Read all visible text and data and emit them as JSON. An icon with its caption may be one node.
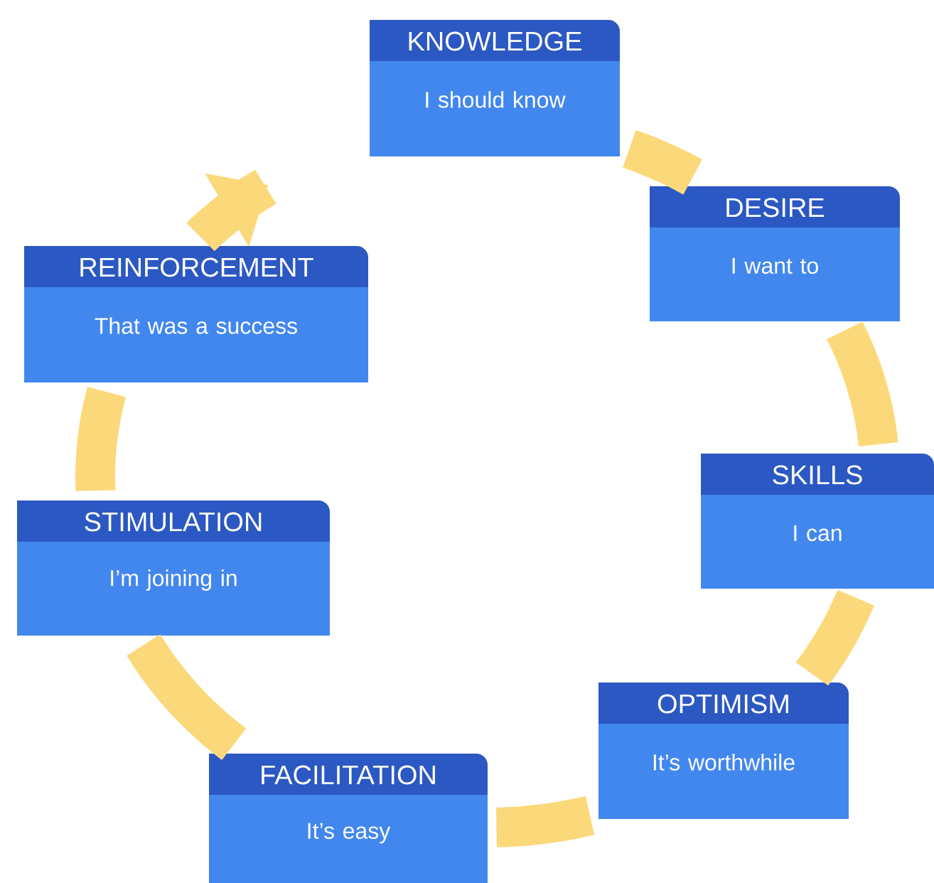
{
  "diagram": {
    "nodes": [
      {
        "text": [
          "KNOWLEDGE",
          "I should know"
        ]
      },
      {
        "text": [
          "DESIRE",
          "I want to"
        ]
      },
      {
        "text": [
          "SKILLS",
          "I can"
        ]
      },
      {
        "text": [
          "OPTIMISM",
          "It’s worthwhile"
        ]
      },
      {
        "text": [
          "FACILITATION",
          "It’s easy"
        ]
      },
      {
        "text": [
          "STIMULATION",
          "I’m joining in"
        ]
      },
      {
        "text": [
          "REINFORCEMENT",
          "That was a success"
        ]
      }
    ],
    "edges": [
      {
        "from": 0,
        "to": 1,
        "arrow": "none"
      },
      {
        "from": 1,
        "to": 2,
        "arrow": "none"
      },
      {
        "from": 2,
        "to": 3,
        "arrow": "none"
      },
      {
        "from": 3,
        "to": 4,
        "arrow": "none"
      },
      {
        "from": 4,
        "to": 5,
        "arrow": "none"
      },
      {
        "from": 5,
        "to": 6,
        "arrow": "none"
      },
      {
        "from": 6,
        "to": null,
        "arrow": "to"
      }
    ]
  }
}
